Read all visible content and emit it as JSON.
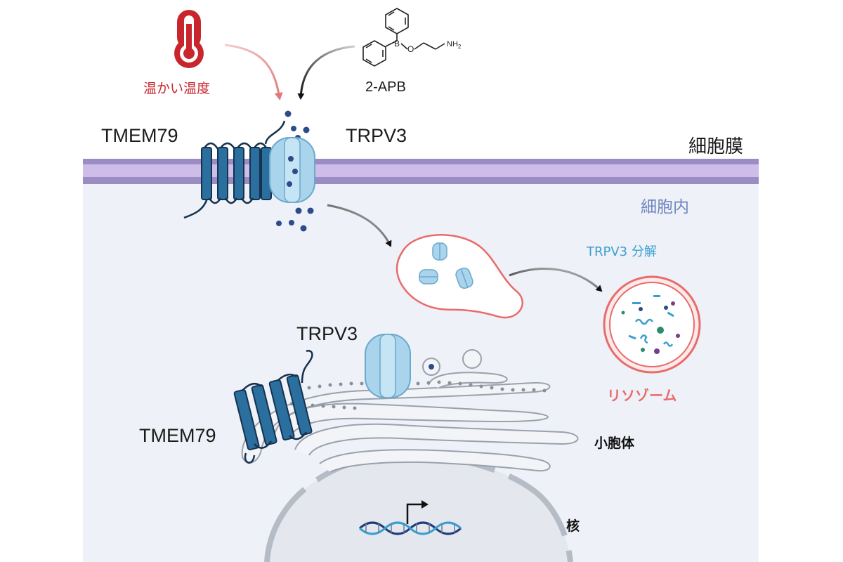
{
  "labels": {
    "warm_temperature": "温かい温度",
    "compound": "2-APB",
    "tmem79_top": "TMEM79",
    "trpv3_top": "TRPV3",
    "plasma_membrane": "細胞膜",
    "intracellular": "細胞内",
    "trpv3_degradation": "TRPV3 分解",
    "trpv3_er": "TRPV3",
    "lysosome": "リソゾーム",
    "tmem79_er": "TMEM79",
    "organelle": "小胞体",
    "nucleus": "核",
    "nh2": "NH",
    "nh2_sub": "2",
    "boron": "B",
    "oxygen": "O"
  },
  "colors": {
    "cell_background": "#eef1f7",
    "membrane_outer": "#9b8cc4",
    "membrane_inner": "#cdbde8",
    "tmem79": "#2a6f9e",
    "trpv3": "#a9d4ec",
    "ions": "#2d4a8a",
    "warm_red": "#c9252c",
    "lysosome_red": "#e96b6b",
    "intracellular_label": "#7085c0",
    "degradation_label": "#3a9fcf"
  },
  "icons": [
    "thermometer-icon",
    "molecule-structure",
    "dna-icon",
    "transcription-arrow-icon"
  ]
}
